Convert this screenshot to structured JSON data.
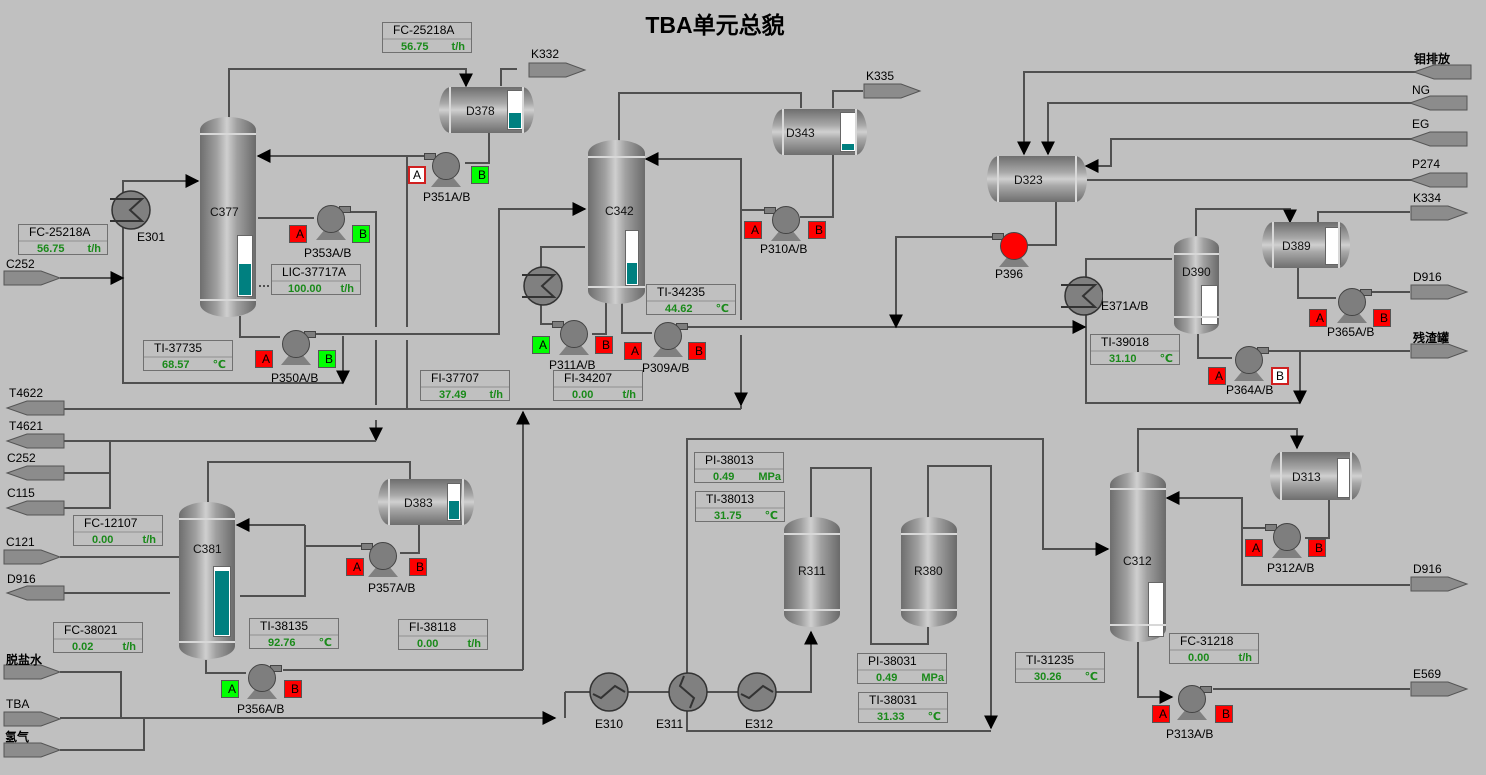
{
  "title": "TBA单元总貌",
  "colors": {
    "background": "#c0c0c0",
    "value_green": "#1a8a1a",
    "level_fill": "#008080",
    "pump_run": "#00ff00",
    "pump_stop": "#ff0000"
  },
  "vessels": {
    "C377": {
      "name": "C377",
      "level_pct": 55
    },
    "C342": {
      "name": "C342",
      "level_pct": 43
    },
    "C381": {
      "name": "C381",
      "level_pct": 95
    },
    "C312": {
      "name": "C312",
      "level_pct": 2
    },
    "D378": {
      "name": "D378",
      "level_pct": 45
    },
    "D343": {
      "name": "D343",
      "level_pct": 22
    },
    "D383": {
      "name": "D383",
      "level_pct": 55
    },
    "D323": {
      "name": "D323"
    },
    "D389": {
      "name": "D389",
      "level_pct": 0
    },
    "D390": {
      "name": "D390",
      "level_pct": 3
    },
    "D313": {
      "name": "D313",
      "level_pct": 2
    },
    "R311": {
      "name": "R311"
    },
    "R380": {
      "name": "R380"
    }
  },
  "exchangers": {
    "E301": "E301",
    "E371": "E371A/B",
    "E310": "E310",
    "E311": "E311",
    "E312": "E312"
  },
  "pumps": {
    "P351": {
      "name": "P351A/B",
      "A": "A",
      "B": "B",
      "A_state": "white",
      "B_state": "green"
    },
    "P353": {
      "name": "P353A/B",
      "A": "A",
      "B": "B",
      "A_state": "red",
      "B_state": "green"
    },
    "P350": {
      "name": "P350A/B",
      "A": "A",
      "B": "B",
      "A_state": "red",
      "B_state": "green"
    },
    "P310": {
      "name": "P310A/B",
      "A": "A",
      "B": "B",
      "A_state": "red",
      "B_state": "red"
    },
    "P311": {
      "name": "P311A/B",
      "A": "A",
      "B": "B",
      "A_state": "green",
      "B_state": "red"
    },
    "P309": {
      "name": "P309A/B",
      "A": "A",
      "B": "B",
      "A_state": "red",
      "B_state": "red"
    },
    "P396": {
      "name": "P396",
      "state": "red"
    },
    "P365": {
      "name": "P365A/B",
      "A": "A",
      "B": "B",
      "A_state": "red",
      "B_state": "red"
    },
    "P364": {
      "name": "P364A/B",
      "A": "A",
      "B": "B",
      "A_state": "red",
      "B_state": "white"
    },
    "P357": {
      "name": "P357A/B",
      "A": "A",
      "B": "B",
      "A_state": "red",
      "B_state": "red"
    },
    "P356": {
      "name": "P356A/B",
      "A": "A",
      "B": "B",
      "A_state": "green",
      "B_state": "red"
    },
    "P312": {
      "name": "P312A/B",
      "A": "A",
      "B": "B",
      "A_state": "red",
      "B_state": "red"
    },
    "P313": {
      "name": "P313A/B",
      "A": "A",
      "B": "B",
      "A_state": "red",
      "B_state": "red"
    }
  },
  "tags": {
    "fc25218a_top": {
      "name": "FC-25218A",
      "value": "56.75",
      "unit": "t/h"
    },
    "fc25218a_left": {
      "name": "FC-25218A",
      "value": "56.75",
      "unit": "t/h"
    },
    "lic37717a": {
      "name": "LIC-37717A",
      "value": "100.00",
      "unit": "t/h"
    },
    "ti37735": {
      "name": "TI-37735",
      "value": "68.57",
      "unit": "℃"
    },
    "fi37707": {
      "name": "FI-37707",
      "value": "37.49",
      "unit": "t/h"
    },
    "ti34235": {
      "name": "TI-34235",
      "value": "44.62",
      "unit": "℃"
    },
    "fi34207": {
      "name": "FI-34207",
      "value": "0.00",
      "unit": "t/h"
    },
    "ti39018": {
      "name": "TI-39018",
      "value": "31.10",
      "unit": "℃"
    },
    "fc12107": {
      "name": "FC-12107",
      "value": "0.00",
      "unit": "t/h"
    },
    "fc38021": {
      "name": "FC-38021",
      "value": "0.02",
      "unit": "t/h"
    },
    "ti38135": {
      "name": "TI-38135",
      "value": "92.76",
      "unit": "℃"
    },
    "fi38118": {
      "name": "FI-38118",
      "value": "0.00",
      "unit": "t/h"
    },
    "pi38013": {
      "name": "PI-38013",
      "value": "0.49",
      "unit": "MPa"
    },
    "ti38013": {
      "name": "TI-38013",
      "value": "31.75",
      "unit": "℃"
    },
    "pi38031": {
      "name": "PI-38031",
      "value": "0.49",
      "unit": "MPa"
    },
    "ti38031": {
      "name": "TI-38031",
      "value": "31.33",
      "unit": "℃"
    },
    "ti31235": {
      "name": "TI-31235",
      "value": "30.26",
      "unit": "℃"
    },
    "fc31218": {
      "name": "FC-31218",
      "value": "0.00",
      "unit": "t/h"
    }
  },
  "connectors": {
    "K332": "K332",
    "K335": "K335",
    "C252_top": "C252",
    "T4622": "T4622",
    "T4621": "T4621",
    "C252_mid": "C252",
    "C115": "C115",
    "C121": "C121",
    "D916_left": "D916",
    "desalted_water": "脱盐水",
    "TBA": "TBA",
    "hydrogen": "氢气",
    "mo_discharge": "钼排放",
    "NG": "NG",
    "EG": "EG",
    "P274": "P274",
    "K334": "K334",
    "D916_r1": "D916",
    "residue_tank": "残渣罐",
    "D916_r2": "D916",
    "E569": "E569"
  }
}
